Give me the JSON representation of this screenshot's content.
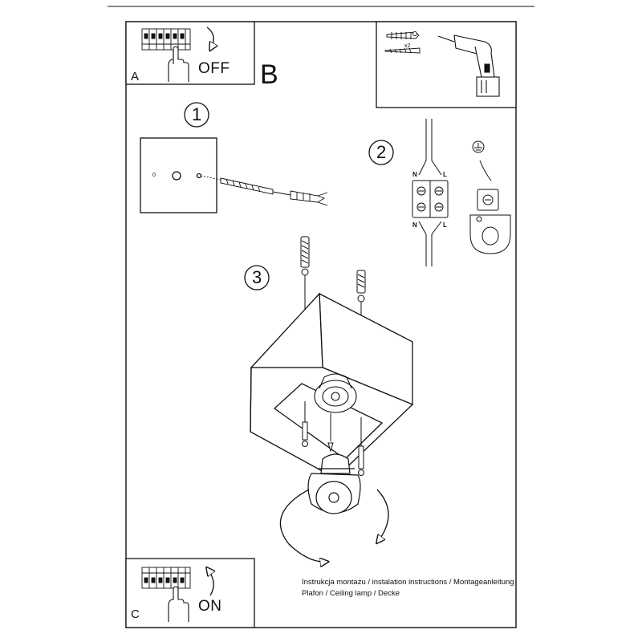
{
  "panels": {
    "power_off": {
      "letter": "A",
      "word": "OFF"
    },
    "main": {
      "letter": "B"
    },
    "power_on": {
      "letter": "C",
      "word": "ON"
    }
  },
  "steps": [
    {
      "number": "1"
    },
    {
      "number": "2"
    },
    {
      "number": "3"
    }
  ],
  "tools": {
    "quantity": "x2"
  },
  "wall_plate": {
    "mark": "0"
  },
  "terminal_block": {
    "top_left": "N",
    "top_right": "L",
    "bottom_left": "N",
    "bottom_right": "L"
  },
  "caption": {
    "line1": "Instrukcja montażu / instalation instructions / Montageanleitung",
    "line2": "Plafon / Ceiling lamp / Decke"
  }
}
